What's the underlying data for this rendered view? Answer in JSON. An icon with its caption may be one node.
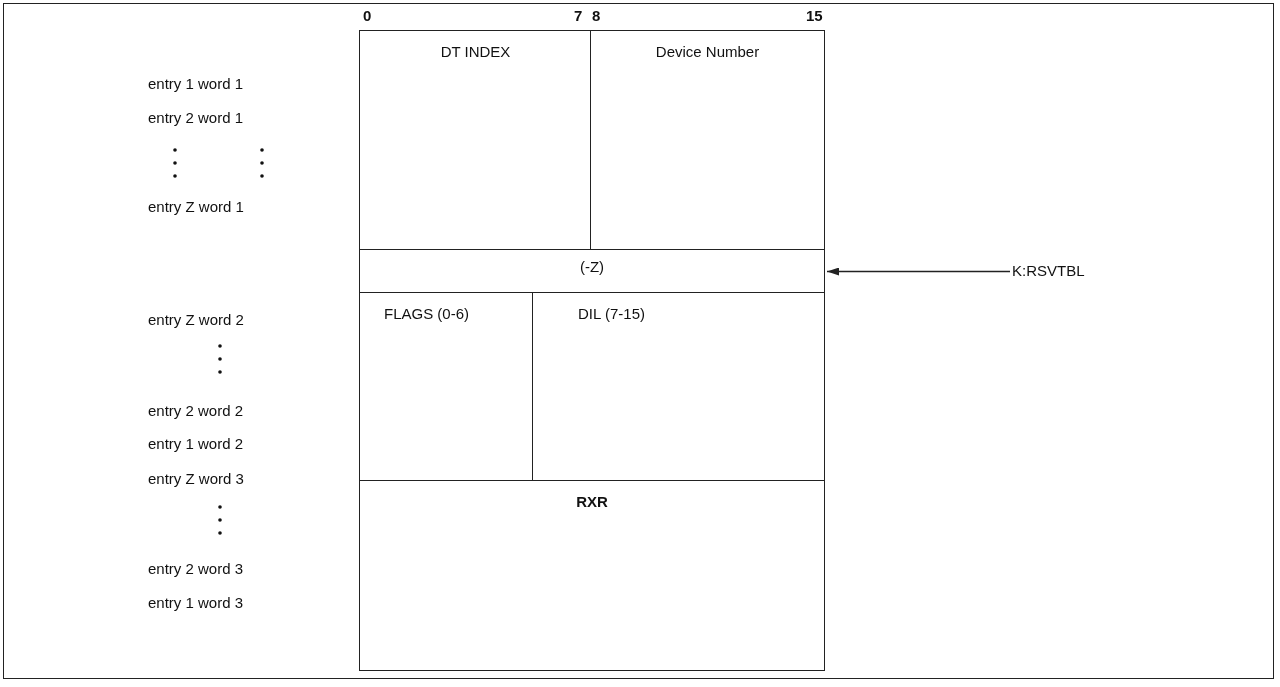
{
  "diagram": {
    "nodes": [
      {
        "text": [
          "DT INDEX"
        ]
      },
      {
        "text": [
          "Device Number"
        ]
      },
      {
        "text": [
          "(-Z)"
        ]
      },
      {
        "text": [
          "FLAGS (0-6)"
        ]
      },
      {
        "text": [
          "DIL (7-15)"
        ]
      },
      {
        "text": [
          "RXR"
        ]
      },
      {
        "text": [
          "K:RSVTBL"
        ]
      }
    ],
    "edges": [
      {
        "from": 6,
        "to": 2,
        "arrow": "to"
      }
    ],
    "labels": [
      "0",
      "7",
      "8",
      "15",
      "entry 1 word 1",
      "entry 2 word 1",
      "entry Z word 1",
      "entry Z word 2",
      "entry 2 word 2",
      "entry 1 word 2",
      "entry Z word 3",
      "entry 2 word 3",
      "entry 1 word 3"
    ]
  }
}
